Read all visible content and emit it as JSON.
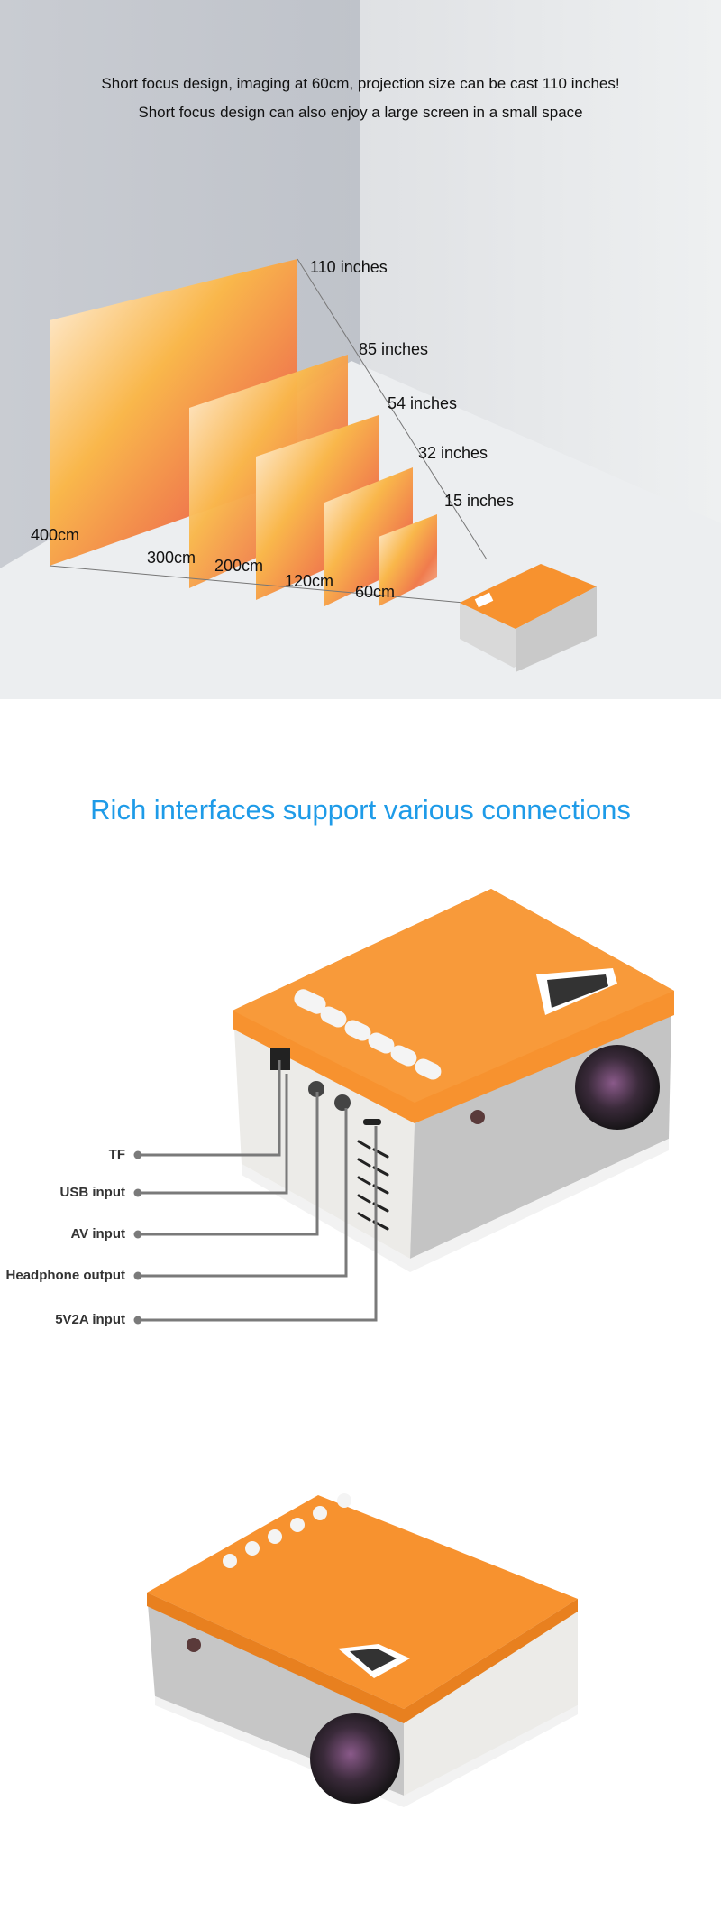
{
  "intro": {
    "line1": "Short focus design, imaging at 60cm, projection size can be cast 110 inches!",
    "line2": "Short focus design can also enjoy a large screen in a small space"
  },
  "screen_sizes": [
    "110 inches",
    "85 inches",
    "54 inches",
    "32 inches",
    "15 inches"
  ],
  "distances": [
    "400cm",
    "300cm",
    "200cm",
    "120cm",
    "60cm"
  ],
  "interfaces": {
    "heading": "Rich interfaces support various connections",
    "ports": [
      "TF",
      "USB input",
      "AV input",
      "Headphone output",
      "5V2A input"
    ]
  },
  "colors": {
    "accent_blue": "#1e9be8",
    "projector_orange": "#f7922f"
  }
}
